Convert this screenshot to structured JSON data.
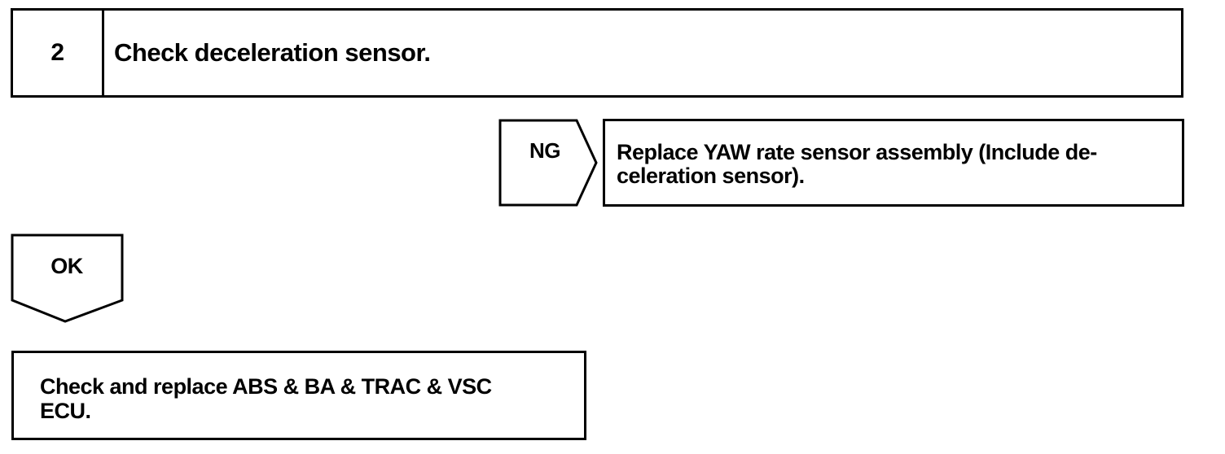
{
  "step": {
    "number": "2",
    "title": "Check deceleration sensor."
  },
  "ng_branch": {
    "label": "NG",
    "result_line1": "Replace YAW rate sensor assembly (Include de-",
    "result_line2": "celeration sensor)."
  },
  "ok_branch": {
    "label": "OK",
    "result_line1": "Check and replace ABS & BA & TRAC & VSC",
    "result_line2": "ECU."
  },
  "colors": {
    "stroke": "#000000",
    "background": "#ffffff"
  }
}
